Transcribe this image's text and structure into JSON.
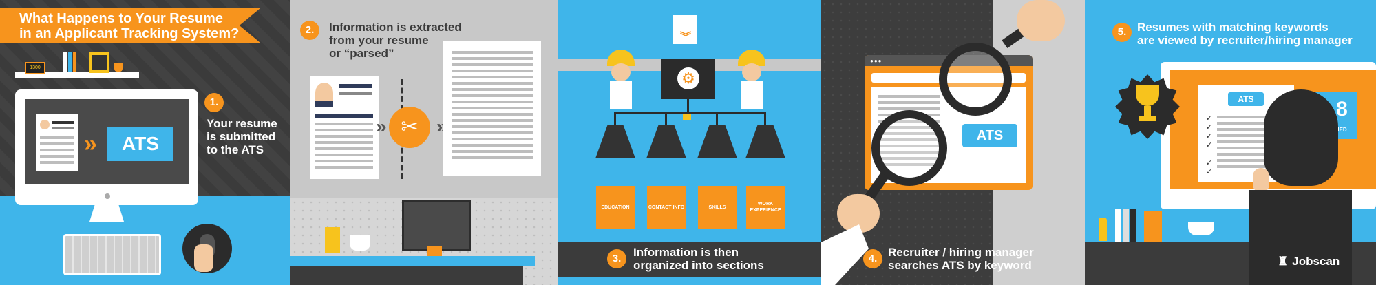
{
  "header": {
    "title_line1": "What Happens to Your Resume",
    "title_line2": "in an Applicant Tracking System?"
  },
  "steps": [
    {
      "number": "1.",
      "lines": [
        "Your resume",
        "is submitted",
        "to the ATS"
      ]
    },
    {
      "number": "2.",
      "lines": [
        "Information is extracted",
        "from your resume",
        "or “parsed”"
      ]
    },
    {
      "number": "3.",
      "lines": [
        "Information is then",
        "organized into sections"
      ]
    },
    {
      "number": "4.",
      "lines": [
        "Recruiter / hiring manager",
        "searches ATS by keyword"
      ]
    },
    {
      "number": "5.",
      "lines": [
        "Resumes with matching keywords",
        "are viewed by recruiter/hiring manager"
      ]
    }
  ],
  "labels": {
    "ats": "ATS",
    "clock": "1300",
    "score": "9.8",
    "matched": "MATCHED",
    "brand": "Jobscan"
  },
  "sections": [
    "EDUCATION",
    "CONTACT INFO",
    "SKILLS",
    "WORK EXPERIENCE"
  ],
  "colors": {
    "orange": "#f7941d",
    "blue": "#3fb5ea",
    "dark": "#3b3b3b",
    "gray": "#c8c8c8"
  },
  "icons": [
    "monitor-icon",
    "resume-icon",
    "mouse-icon",
    "keyboard-icon",
    "scissors-icon",
    "gear-icon",
    "magnifier-icon",
    "trophy-icon",
    "worker-icon"
  ]
}
